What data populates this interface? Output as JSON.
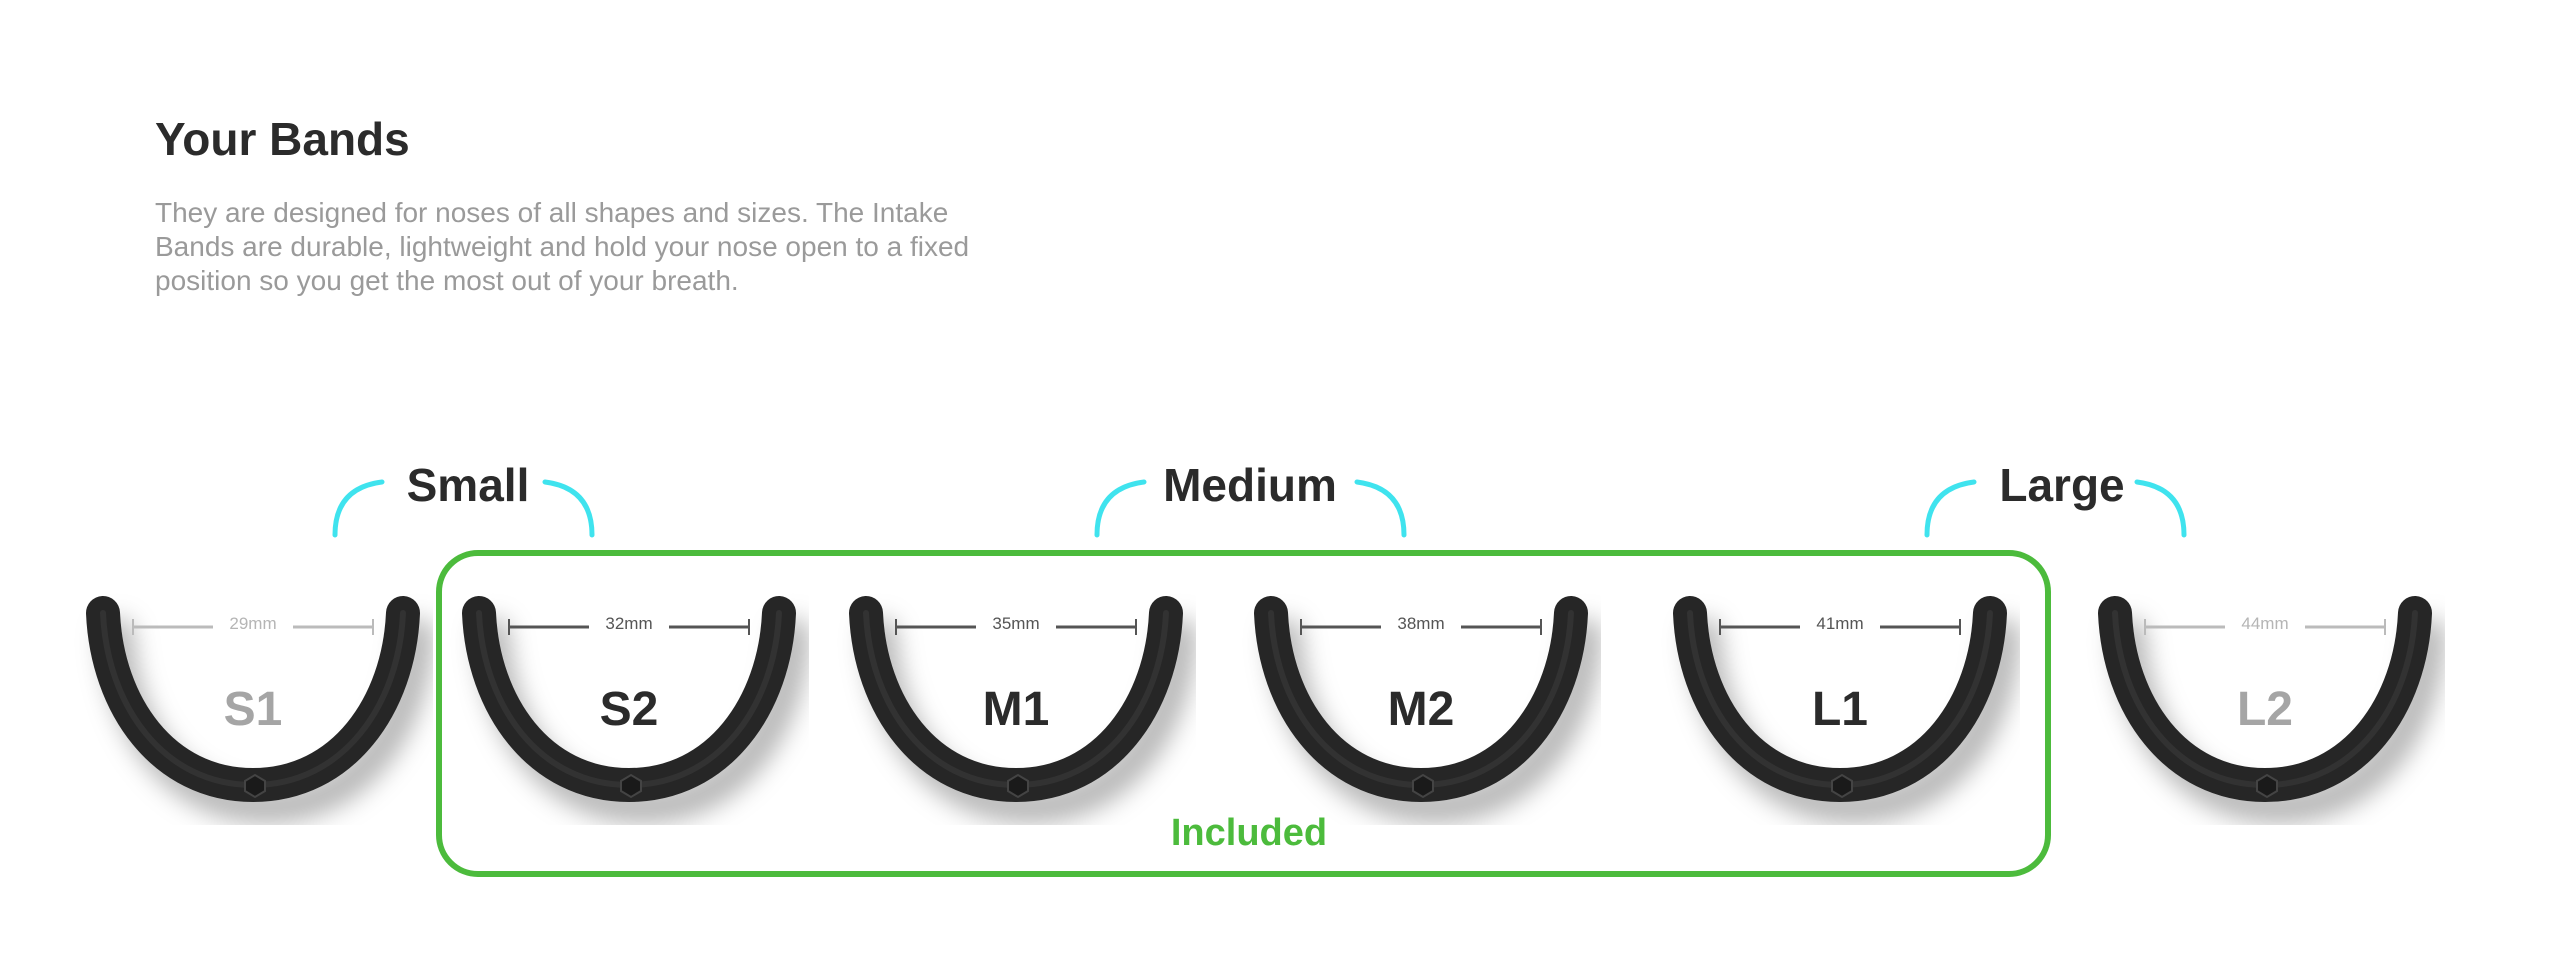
{
  "header": {
    "title": "Your Bands",
    "description": "They are designed for noses of all shapes and sizes. The Intake Bands are durable, lightweight and hold your nose open to a fixed position so you get the most out of your breath."
  },
  "groups": [
    {
      "label": "Small"
    },
    {
      "label": "Medium"
    },
    {
      "label": "Large"
    }
  ],
  "included_label": "Included",
  "bands": [
    {
      "code": "S1",
      "width": "29mm",
      "included": false
    },
    {
      "code": "S2",
      "width": "32mm",
      "included": true
    },
    {
      "code": "M1",
      "width": "35mm",
      "included": true
    },
    {
      "code": "M2",
      "width": "38mm",
      "included": true
    },
    {
      "code": "L1",
      "width": "41mm",
      "included": true
    },
    {
      "code": "L2",
      "width": "44mm",
      "included": false
    }
  ],
  "colors": {
    "accent_green": "#4cbb3c",
    "bracket_cyan": "#3fe3ee",
    "text_dark": "#2b2b2b",
    "text_muted": "#9a9a9a"
  }
}
